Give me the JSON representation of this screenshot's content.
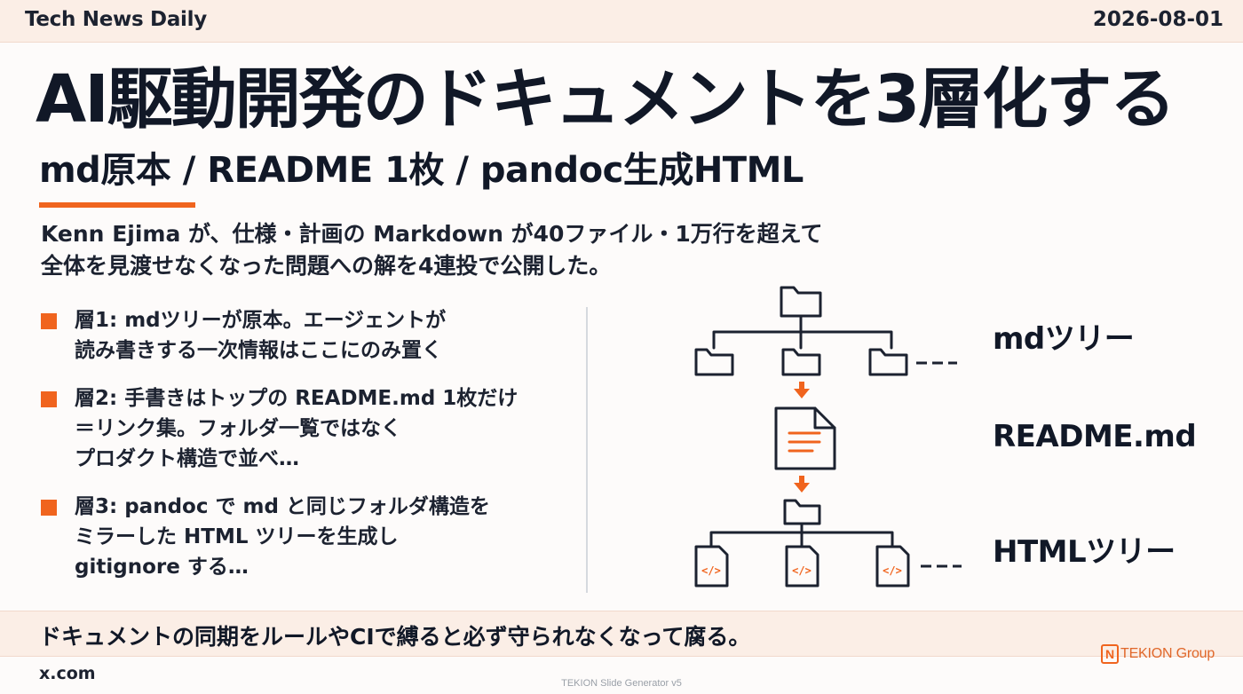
{
  "header": {
    "brand": "Tech News Daily",
    "date": "2026-08-01"
  },
  "title": "AI駆動開発のドキュメントを3層化する",
  "subtitle": "md原本 / README 1枚 / pandoc生成HTML",
  "lead": [
    "Kenn Ejima が、仕様・計画の Markdown が40ファイル・1万行を超えて",
    "全体を見渡せなくなった問題への解を4連投で公開した。"
  ],
  "bullets": [
    {
      "lines": [
        "層1: mdツリーが原本。エージェントが",
        "読み書きする一次情報はここにのみ置く"
      ]
    },
    {
      "lines": [
        "層2: 手書きはトップの README.md 1枚だけ",
        "＝リンク集。フォルダ一覧ではなく",
        "プロダクト構造で並べ…"
      ]
    },
    {
      "lines": [
        "層3: pandoc で md と同じフォルダ構造を",
        "ミラーした HTML ツリーを生成し",
        "gitignore する…"
      ]
    }
  ],
  "diagram": {
    "labels": {
      "md_tree": "mdツリー",
      "readme": "README.md",
      "html_tree": "HTMLツリー"
    },
    "ellipsis": "---",
    "code_glyph": "</>",
    "icons": [
      "folder-icon",
      "document-icon",
      "code-file-icon",
      "arrow-down-icon"
    ]
  },
  "footer": {
    "conclusion": "ドキュメントの同期をルールやCIで縛ると必ず守られなくなって腐る。",
    "source": "x.com",
    "generator": "TEKION Slide Generator v5",
    "logo_letter": "N",
    "logo_text": "TEKION Group"
  },
  "colors": {
    "accent": "#f0641e",
    "band": "#fbeee6",
    "text": "#1c2230",
    "ink": "#111827"
  }
}
